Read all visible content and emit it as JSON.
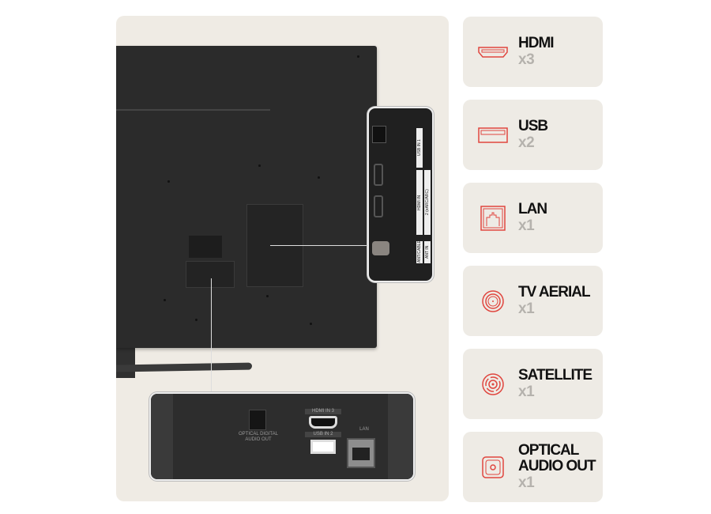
{
  "accent_color": "#e0463f",
  "ports": [
    {
      "name": "HDMI",
      "count": "x3",
      "icon": "hdmi-port-icon"
    },
    {
      "name": "USB",
      "count": "x2",
      "icon": "usb-port-icon"
    },
    {
      "name": "LAN",
      "count": "x1",
      "icon": "lan-port-icon"
    },
    {
      "name": "TV AERIAL",
      "count": "x1",
      "icon": "aerial-port-icon"
    },
    {
      "name": "SATELLITE",
      "count": "x1",
      "icon": "satellite-port-icon"
    },
    {
      "name": "OPTICAL AUDIO OUT",
      "count": "x1",
      "icon": "optical-port-icon"
    }
  ],
  "bottom_inset": {
    "optical_label": "OPTICAL DIGITAL AUDIO OUT",
    "hdmi_label": "HDMI IN 3",
    "usb_label": "USB IN 2",
    "lan_label": "LAN"
  },
  "side_inset": {
    "usb_label": "USB IN 1",
    "hdmi_label": "HDMI IN",
    "hdmi_arc_label": "2 (eARC/ARC)",
    "ant_label": "ANT/CABLE",
    "ant_in_label": "ANT IN"
  }
}
